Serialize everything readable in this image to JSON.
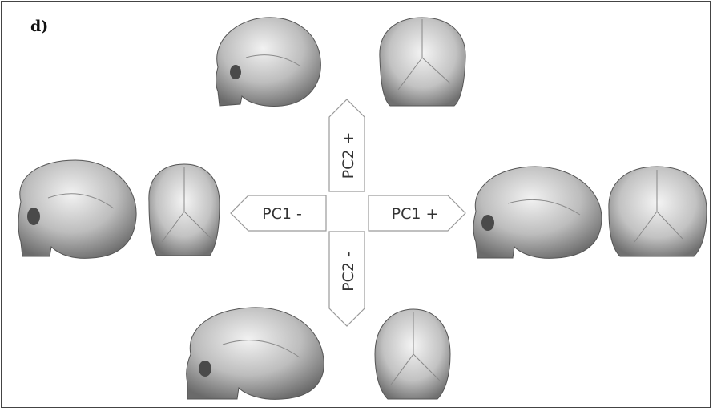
{
  "panel_label": "d)",
  "arrows": {
    "pc2_plus": "PC2 +",
    "pc2_minus": "PC2 -",
    "pc1_minus": "PC1 -",
    "pc1_plus": "PC1 +"
  },
  "colors": {
    "skull_light": "#d9d9d9",
    "skull_mid": "#a6a6a6",
    "skull_dark": "#5e5e5e",
    "arrow_outline": "#9a9a9a"
  },
  "icons": {
    "skull_lateral": "skull-lateral-view",
    "skull_posterior": "skull-posterior-view"
  }
}
